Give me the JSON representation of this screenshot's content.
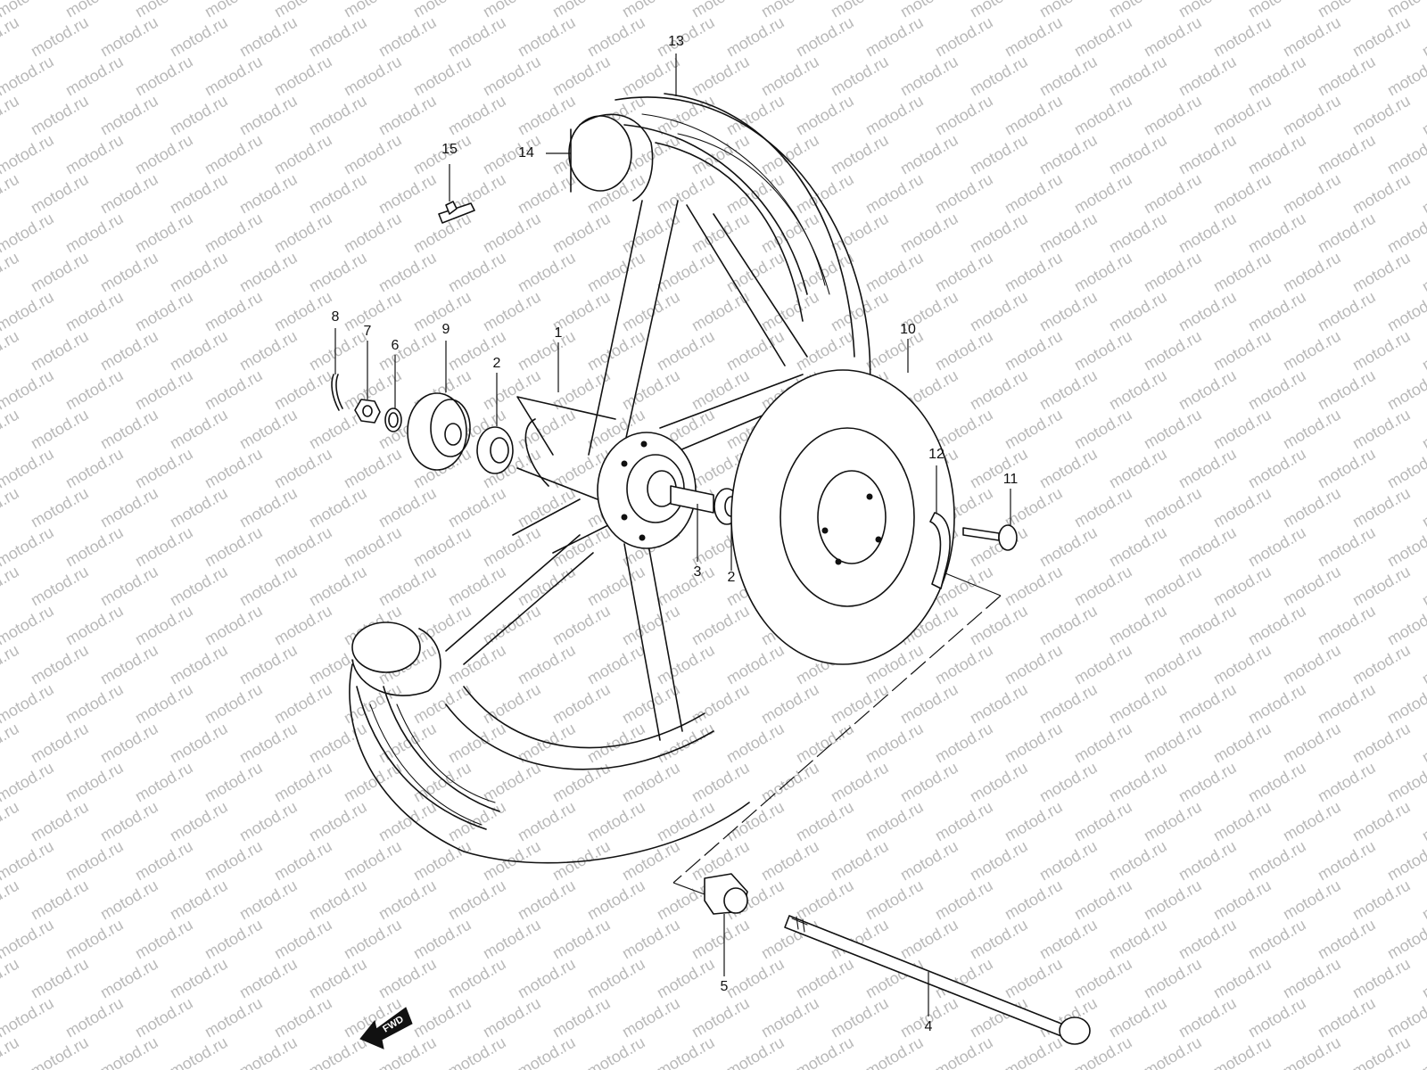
{
  "watermark": {
    "text": "motod.ru",
    "color": "#b9b9b9"
  },
  "callouts": [
    {
      "id": "13",
      "label": "13"
    },
    {
      "id": "14",
      "label": "14"
    },
    {
      "id": "15",
      "label": "15"
    },
    {
      "id": "8",
      "label": "8"
    },
    {
      "id": "7",
      "label": "7"
    },
    {
      "id": "6",
      "label": "6"
    },
    {
      "id": "9",
      "label": "9"
    },
    {
      "id": "1",
      "label": "1"
    },
    {
      "id": "2a",
      "label": "2"
    },
    {
      "id": "10",
      "label": "10"
    },
    {
      "id": "12",
      "label": "12"
    },
    {
      "id": "11",
      "label": "11"
    },
    {
      "id": "3",
      "label": "3"
    },
    {
      "id": "2b",
      "label": "2"
    },
    {
      "id": "5",
      "label": "5"
    },
    {
      "id": "4",
      "label": "4"
    }
  ],
  "fwd_arrow": {
    "label": "FWD"
  }
}
